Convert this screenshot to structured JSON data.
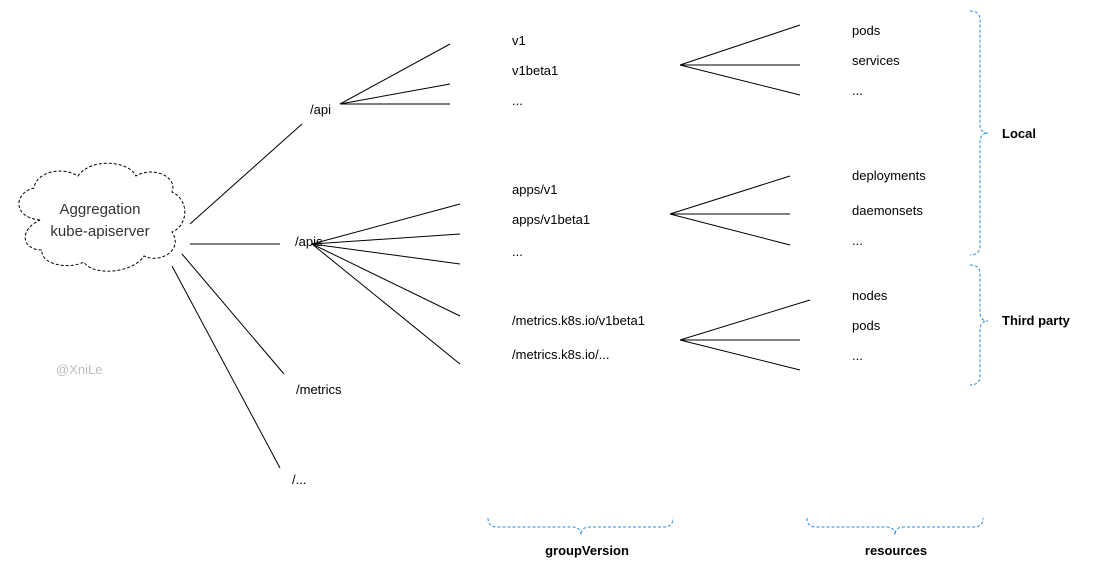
{
  "root": {
    "line1": "Aggregation",
    "line2": "kube-apiserver"
  },
  "watermark": "@XniLe",
  "paths": {
    "api": "/api",
    "apis": "/apis",
    "metrics": "/metrics",
    "other": "/..."
  },
  "group_versions": {
    "api": [
      "v1",
      "v1beta1",
      "..."
    ],
    "apis": [
      "apps/v1",
      "apps/v1beta1",
      "..."
    ],
    "third_party": [
      "/metrics.k8s.io/v1beta1",
      "/metrics.k8s.io/..."
    ]
  },
  "resources": {
    "core": [
      "pods",
      "services",
      "..."
    ],
    "apps": [
      "deployments",
      "daemonsets",
      "..."
    ],
    "metrics": [
      "nodes",
      "pods",
      "..."
    ]
  },
  "groups": {
    "local": "Local",
    "third_party": "Third party"
  },
  "axis_labels": {
    "group_version": "groupVersion",
    "resources": "resources"
  },
  "colors": {
    "brace": "#2a8be6",
    "line": "#000000",
    "watermark": "#bdbdbd"
  }
}
